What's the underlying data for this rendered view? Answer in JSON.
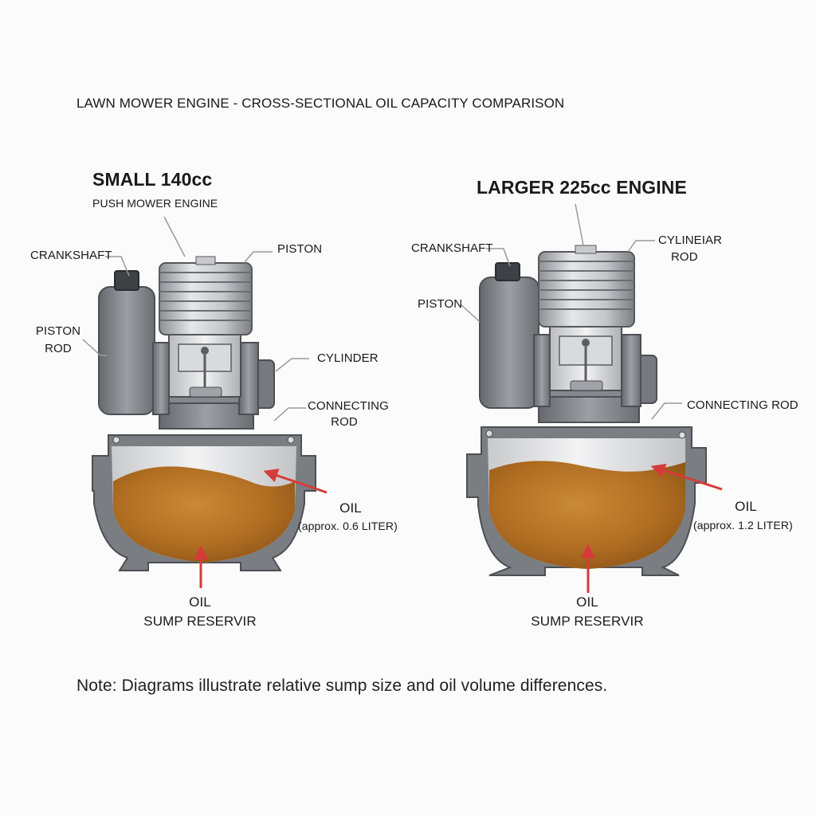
{
  "title": "LAWN MOWER ENGINE - CROSS-SECTIONAL OIL CAPACITY COMPARISON",
  "colors": {
    "metal_dark": "#6f7276",
    "metal_mid": "#9a9da1",
    "metal_light": "#dcdde0",
    "oil": "#b67424",
    "oil_dark": "#8a5316",
    "arrow": "#d63b3b",
    "leader": "#9a9a9a"
  },
  "engines": [
    {
      "heading": "SMALL 140cc",
      "subheading": "PUSH MOWER ENGINE",
      "labels": {
        "crankshaft": "CRANKSHAFT",
        "piston_rod_line1": "PISTON",
        "piston_rod_line2": "ROD",
        "piston": "PISTON",
        "cylinder": "CYLINDER",
        "connecting_rod_line1": "CONNECTING",
        "connecting_rod_line2": "ROD",
        "oil": "OIL",
        "oil_capacity": "(approx. 0.6 LITER)",
        "sump_line1": "OIL",
        "sump_line2": "SUMP RESERVIR"
      }
    },
    {
      "heading": "LARGER 225cc ENGINE",
      "labels": {
        "crankshaft": "CRANKSHAFT",
        "piston": "PISTON",
        "cylinder_rod_line1": "CYLINEIAR",
        "cylinder_rod_line2": "ROD",
        "connecting_rod": "CONNECTING ROD",
        "oil": "OIL",
        "oil_capacity": "(approx. 1.2 LITER)",
        "sump_line1": "OIL",
        "sump_line2": "SUMP RESERVIR"
      }
    }
  ],
  "note": "Note: Diagrams illustrate relative sump size and oil volume differences."
}
